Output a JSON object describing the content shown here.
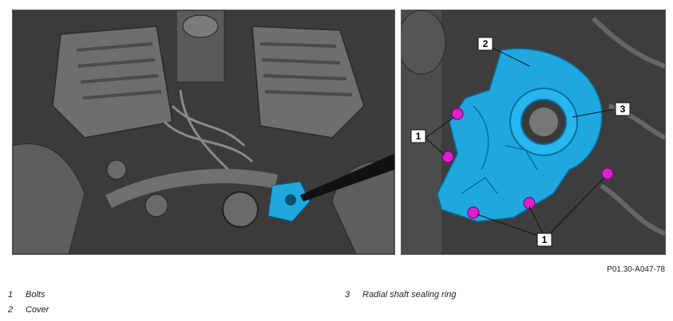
{
  "figure": {
    "reference_code": "P01.30-A047-78",
    "callouts": {
      "bolts": "1",
      "cover": "2",
      "sealing_ring": "3"
    },
    "legend": [
      {
        "number": "1",
        "text": "Bolts"
      },
      {
        "number": "2",
        "text": "Cover"
      },
      {
        "number": "3",
        "text": "Radial shaft sealing ring"
      }
    ],
    "colors": {
      "highlight_cover": "#1fa8e0",
      "highlight_bolts": "#e020d0",
      "engine_gray": "#4a4a4a"
    }
  }
}
